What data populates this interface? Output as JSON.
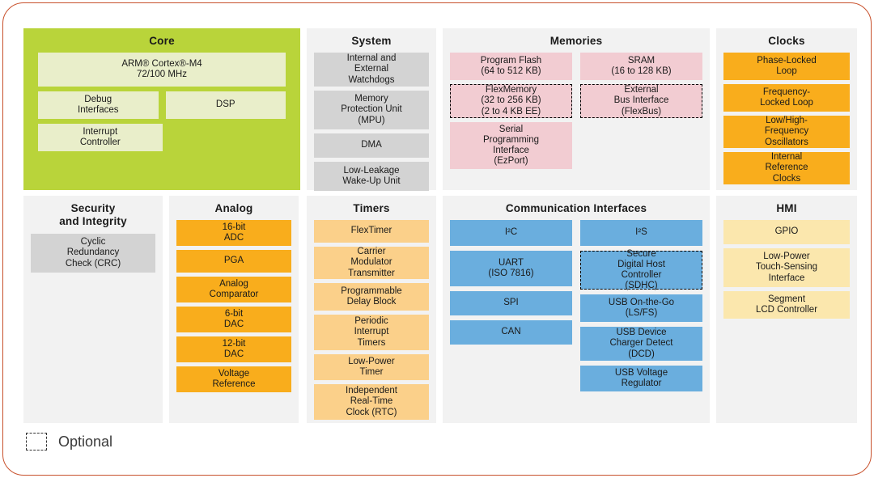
{
  "legend": {
    "swatch_style": "dashed-box",
    "label": "Optional"
  },
  "colors": {
    "frame_border": "#c8512c",
    "panel_bg": "#f2f2f2",
    "core_green": "#b9d43a",
    "core_block": "#e9eeca",
    "system_gray": "#d3d3d3",
    "memories_pink": "#f2ccd2",
    "clocks_orange": "#f9ad1c",
    "timers_amber": "#fbd08a",
    "comm_blue": "#6aaede",
    "hmi_yellow": "#fbe7ad"
  },
  "panels": {
    "core": {
      "title": "Core",
      "blocks": {
        "cpu": {
          "line1": "ARM® Cortex®-M4",
          "line2": "72/100 MHz"
        },
        "debug": {
          "line1": "Debug",
          "line2": "Interfaces"
        },
        "dsp": {
          "line1": "DSP"
        },
        "interrupt": {
          "line1": "Interrupt",
          "line2": "Controller"
        }
      }
    },
    "system": {
      "title": "System",
      "blocks": [
        {
          "lines": [
            "Internal and",
            "External",
            "Watchdogs"
          ],
          "optional": false
        },
        {
          "lines": [
            "Memory",
            "Protection Unit",
            "(MPU)"
          ],
          "optional": false
        },
        {
          "lines": [
            "DMA"
          ],
          "optional": false
        },
        {
          "lines": [
            "Low-Leakage",
            "Wake-Up Unit"
          ],
          "optional": false
        }
      ]
    },
    "memories": {
      "title": "Memories",
      "left_blocks": [
        {
          "lines": [
            "Program Flash",
            "(64 to 512 KB)"
          ],
          "optional": false
        },
        {
          "lines": [
            "FlexMemory",
            "(32 to 256 KB)",
            "(2 to 4 KB EE)"
          ],
          "optional": true
        },
        {
          "lines": [
            "Serial",
            "Programming",
            "Interface",
            "(EzPort)"
          ],
          "optional": false
        }
      ],
      "right_blocks": [
        {
          "lines": [
            "SRAM",
            "(16 to 128 KB)"
          ],
          "optional": false
        },
        {
          "lines": [
            "External",
            "Bus Interface",
            "(FlexBus)"
          ],
          "optional": true
        }
      ]
    },
    "clocks": {
      "title": "Clocks",
      "blocks": [
        {
          "lines": [
            "Phase-Locked",
            "Loop"
          ],
          "optional": false
        },
        {
          "lines": [
            "Frequency-",
            "Locked Loop"
          ],
          "optional": false
        },
        {
          "lines": [
            "Low/High-",
            "Frequency",
            "Oscillators"
          ],
          "optional": false
        },
        {
          "lines": [
            "Internal",
            "Reference",
            "Clocks"
          ],
          "optional": false
        }
      ]
    },
    "security": {
      "title_line1": "Security",
      "title_line2": "and Integrity",
      "blocks": [
        {
          "lines": [
            "Cyclic",
            "Redundancy",
            "Check (CRC)"
          ],
          "optional": false
        }
      ]
    },
    "analog": {
      "title": "Analog",
      "blocks": [
        {
          "lines": [
            "16-bit",
            "ADC"
          ],
          "optional": false
        },
        {
          "lines": [
            "PGA"
          ],
          "optional": false
        },
        {
          "lines": [
            "Analog",
            "Comparator"
          ],
          "optional": false
        },
        {
          "lines": [
            "6-bit",
            "DAC"
          ],
          "optional": false
        },
        {
          "lines": [
            "12-bit",
            "DAC"
          ],
          "optional": false
        },
        {
          "lines": [
            "Voltage",
            "Reference"
          ],
          "optional": false
        }
      ]
    },
    "timers": {
      "title": "Timers",
      "blocks": [
        {
          "lines": [
            "FlexTimer"
          ],
          "optional": false
        },
        {
          "lines": [
            "Carrier",
            "Modulator",
            "Transmitter"
          ],
          "optional": false
        },
        {
          "lines": [
            "Programmable",
            "Delay Block"
          ],
          "optional": false
        },
        {
          "lines": [
            "Periodic",
            "Interrupt",
            "Timers"
          ],
          "optional": false
        },
        {
          "lines": [
            "Low-Power",
            "Timer"
          ],
          "optional": false
        },
        {
          "lines": [
            "Independent",
            "Real-Time",
            "Clock (RTC)"
          ],
          "optional": false
        }
      ]
    },
    "communication": {
      "title": "Communication Interfaces",
      "left_blocks": [
        {
          "lines": [
            "I²C"
          ],
          "optional": false
        },
        {
          "lines": [
            "UART",
            "(ISO 7816)"
          ],
          "optional": false
        },
        {
          "lines": [
            "SPI"
          ],
          "optional": false
        },
        {
          "lines": [
            "CAN"
          ],
          "optional": false
        }
      ],
      "right_blocks": [
        {
          "lines": [
            "I²S"
          ],
          "optional": false
        },
        {
          "lines": [
            "Secure",
            "Digital Host",
            "Controller",
            "(SDHC)"
          ],
          "optional": true
        },
        {
          "lines": [
            "USB On-the-Go",
            "(LS/FS)"
          ],
          "optional": false
        },
        {
          "lines": [
            "USB Device",
            "Charger Detect",
            "(DCD)"
          ],
          "optional": false
        },
        {
          "lines": [
            "USB Voltage",
            "Regulator"
          ],
          "optional": false
        }
      ]
    },
    "hmi": {
      "title": "HMI",
      "blocks": [
        {
          "lines": [
            "GPIO"
          ],
          "optional": false
        },
        {
          "lines": [
            "Low-Power",
            "Touch-Sensing",
            "Interface"
          ],
          "optional": false
        },
        {
          "lines": [
            "Segment",
            "LCD Controller"
          ],
          "optional": false
        }
      ]
    }
  }
}
